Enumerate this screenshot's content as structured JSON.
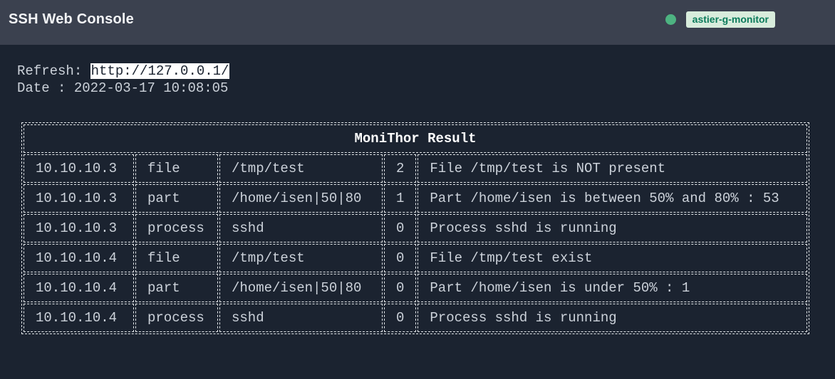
{
  "header": {
    "title": "SSH Web Console",
    "status_badge": "astier-g-monitor"
  },
  "info": {
    "refresh_label": "Refresh: ",
    "refresh_url": "http://127.0.0.1/",
    "date_label": "Date : ",
    "date_value": "2022-03-17 10:08:05"
  },
  "table": {
    "title": "MoniThor Result",
    "rows": [
      {
        "host": "10.10.10.3",
        "check": "file",
        "target": "/tmp/test",
        "code": "2",
        "message": "File /tmp/test is NOT present"
      },
      {
        "host": "10.10.10.3",
        "check": "part",
        "target": "/home/isen|50|80",
        "code": "1",
        "message": "Part /home/isen is between 50% and 80% : 53"
      },
      {
        "host": "10.10.10.3",
        "check": "process",
        "target": "sshd",
        "code": "0",
        "message": "Process sshd is running"
      },
      {
        "host": "10.10.10.4",
        "check": "file",
        "target": "/tmp/test",
        "code": "0",
        "message": "File /tmp/test exist"
      },
      {
        "host": "10.10.10.4",
        "check": "part",
        "target": "/home/isen|50|80",
        "code": "0",
        "message": "Part /home/isen is under 50% : 1"
      },
      {
        "host": "10.10.10.4",
        "check": "process",
        "target": "sshd",
        "code": "0",
        "message": "Process sshd is running"
      }
    ]
  },
  "colors": {
    "page_bg": "#1b2330",
    "bar_bg": "#3b414f",
    "text_light": "#ccd2da",
    "border_color": "#e3e7ea",
    "status_green": "#4db381",
    "badge_bg": "#d8ecdc",
    "badge_text": "#0a7a5a",
    "link_bg": "#ffffff",
    "link_text": "#1b2330"
  }
}
